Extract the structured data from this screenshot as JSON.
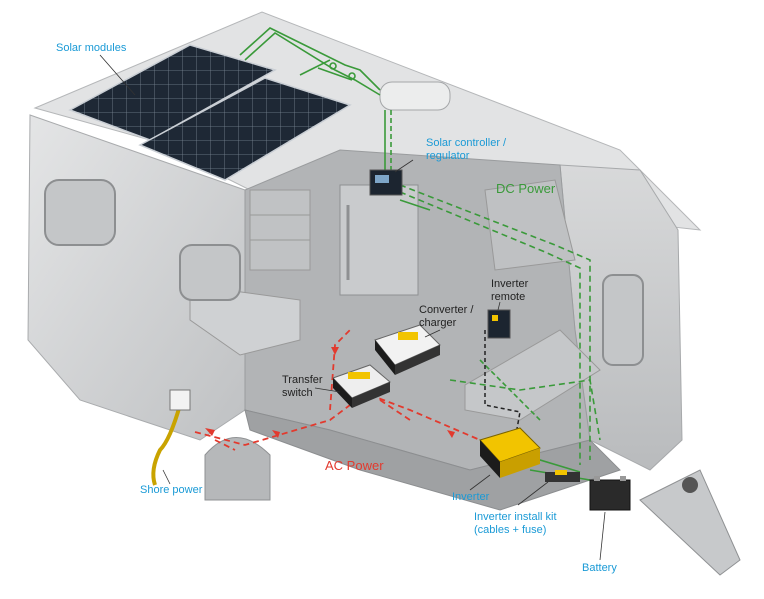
{
  "labels": {
    "solar_modules": "Solar modules",
    "solar_controller": "Solar controller /\nregulator",
    "dc_power": "DC Power",
    "inverter_remote": "Inverter\nremote",
    "converter_charger": "Converter /\ncharger",
    "transfer_switch": "Transfer\nswitch",
    "ac_power": "AC Power",
    "shore_power": "Shore power",
    "inverter": "Inverter",
    "inverter_install_kit": "Inverter install kit\n(cables + fuse)",
    "battery": "Battery"
  },
  "colors": {
    "label_blue": "#1a9ad6",
    "dc_green": "#3a9a3a",
    "ac_red": "#e23a2e",
    "body_grey": "#cfd1d3",
    "interior_grey": "#a9abad",
    "panel_dark": "#1c2530",
    "device_yellow": "#f2c400"
  }
}
